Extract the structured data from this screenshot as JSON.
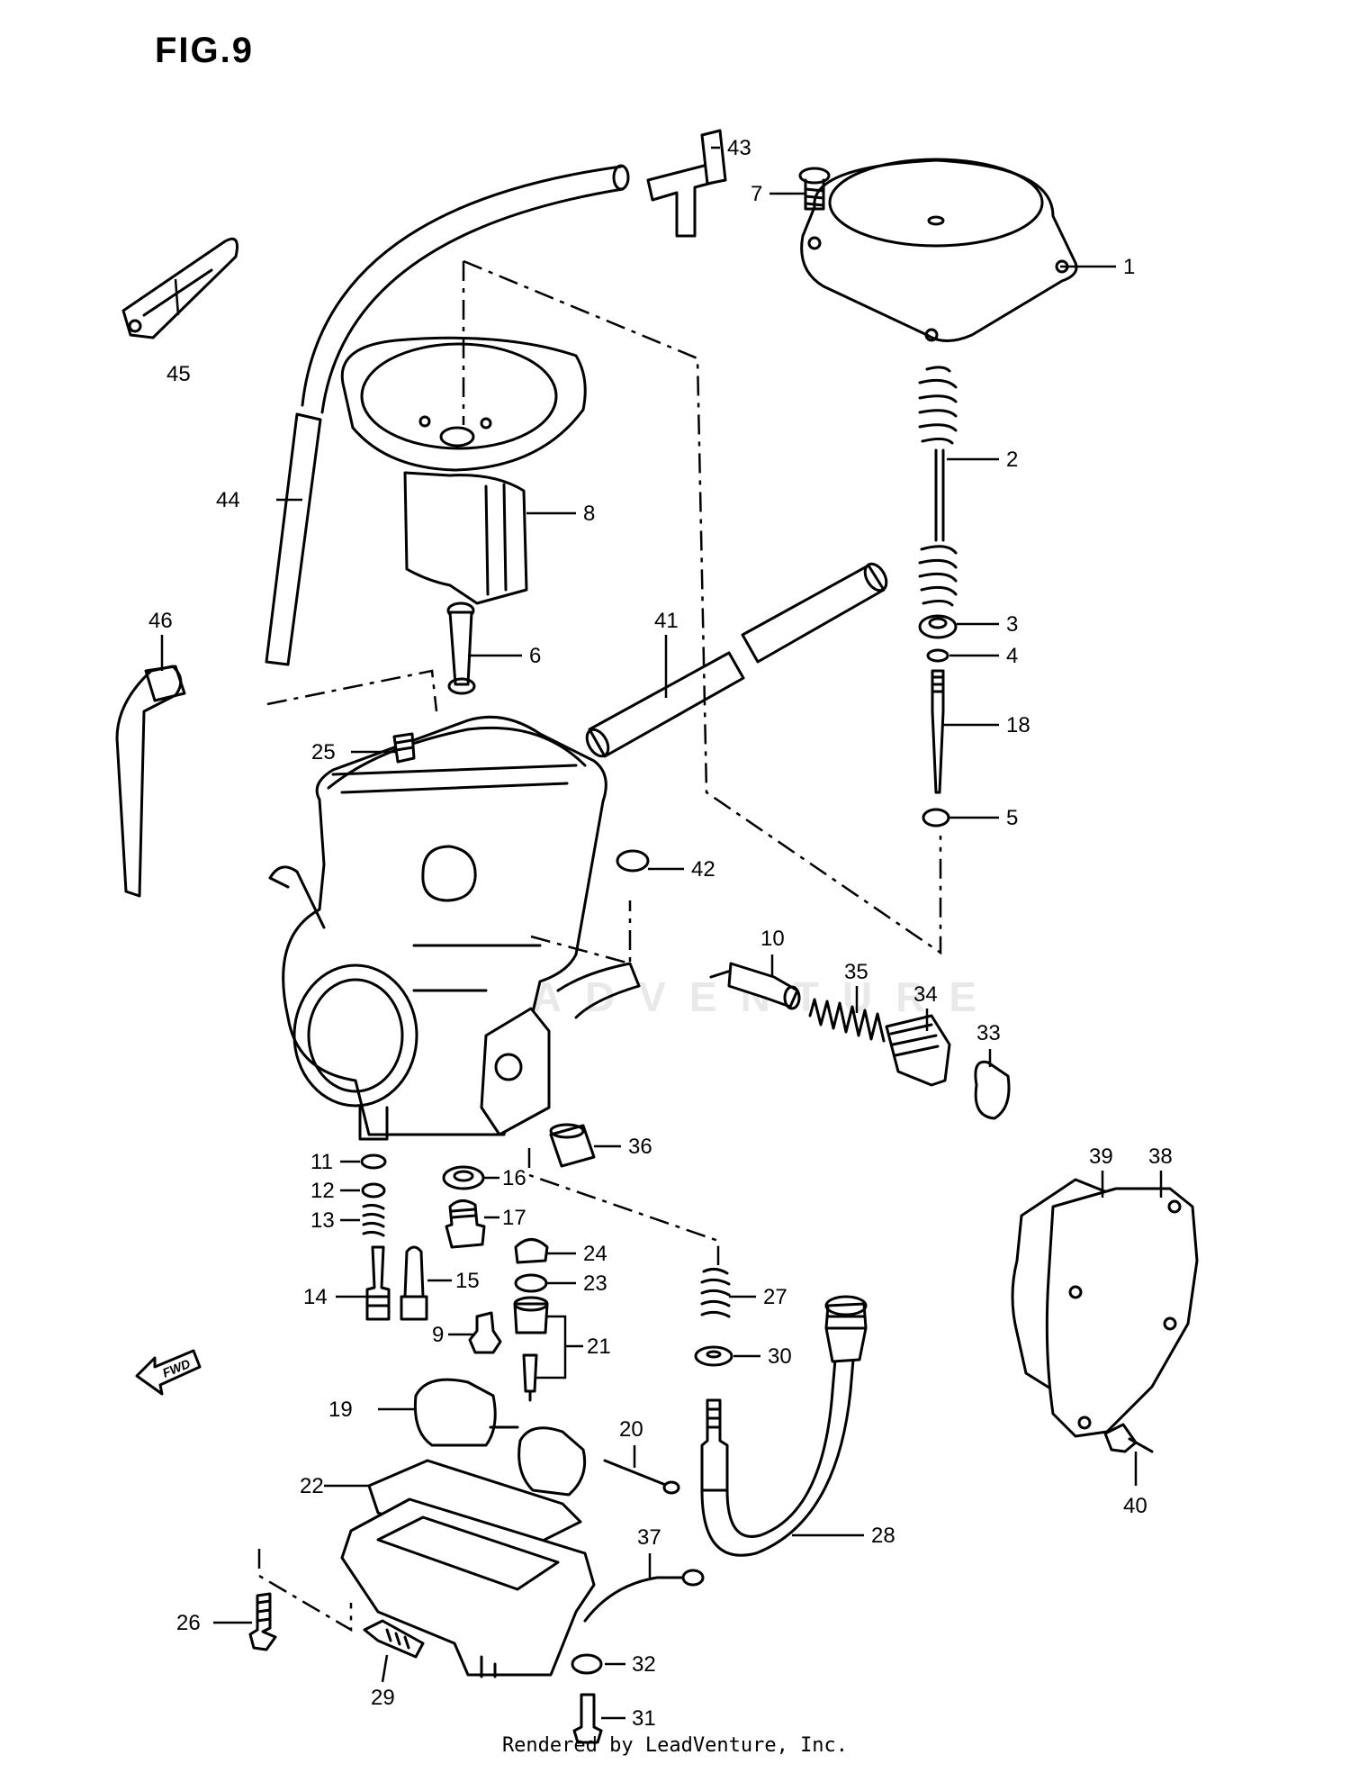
{
  "figure": {
    "title": "FIG.9",
    "footer": "Rendered by LeadVenture, Inc.",
    "watermark": "LEADVENTURE"
  },
  "parts": [
    {
      "id": "p1",
      "label": "1"
    },
    {
      "id": "p2",
      "label": "2"
    },
    {
      "id": "p3",
      "label": "3"
    },
    {
      "id": "p4",
      "label": "4"
    },
    {
      "id": "p5",
      "label": "5"
    },
    {
      "id": "p6",
      "label": "6"
    },
    {
      "id": "p7",
      "label": "7"
    },
    {
      "id": "p8",
      "label": "8"
    },
    {
      "id": "p9",
      "label": "9"
    },
    {
      "id": "p10",
      "label": "10"
    },
    {
      "id": "p11",
      "label": "11"
    },
    {
      "id": "p12",
      "label": "12"
    },
    {
      "id": "p13",
      "label": "13"
    },
    {
      "id": "p14",
      "label": "14"
    },
    {
      "id": "p15",
      "label": "15"
    },
    {
      "id": "p16",
      "label": "16"
    },
    {
      "id": "p17",
      "label": "17"
    },
    {
      "id": "p18",
      "label": "18"
    },
    {
      "id": "p19",
      "label": "19"
    },
    {
      "id": "p20",
      "label": "20"
    },
    {
      "id": "p21",
      "label": "21"
    },
    {
      "id": "p22",
      "label": "22"
    },
    {
      "id": "p23",
      "label": "23"
    },
    {
      "id": "p24",
      "label": "24"
    },
    {
      "id": "p25",
      "label": "25"
    },
    {
      "id": "p26",
      "label": "26"
    },
    {
      "id": "p27",
      "label": "27"
    },
    {
      "id": "p28",
      "label": "28"
    },
    {
      "id": "p29",
      "label": "29"
    },
    {
      "id": "p30",
      "label": "30"
    },
    {
      "id": "p31",
      "label": "31"
    },
    {
      "id": "p32",
      "label": "32"
    },
    {
      "id": "p33",
      "label": "33"
    },
    {
      "id": "p34",
      "label": "34"
    },
    {
      "id": "p35",
      "label": "35"
    },
    {
      "id": "p36",
      "label": "36"
    },
    {
      "id": "p37",
      "label": "37"
    },
    {
      "id": "p38",
      "label": "38"
    },
    {
      "id": "p39",
      "label": "39"
    },
    {
      "id": "p40",
      "label": "40"
    },
    {
      "id": "p41",
      "label": "41"
    },
    {
      "id": "p42",
      "label": "42"
    },
    {
      "id": "p43",
      "label": "43"
    },
    {
      "id": "p44",
      "label": "44"
    },
    {
      "id": "p45",
      "label": "45"
    },
    {
      "id": "p46",
      "label": "46"
    }
  ],
  "fwd_arrow": {
    "label": "FWD",
    "icon": "forward-arrow-icon"
  }
}
